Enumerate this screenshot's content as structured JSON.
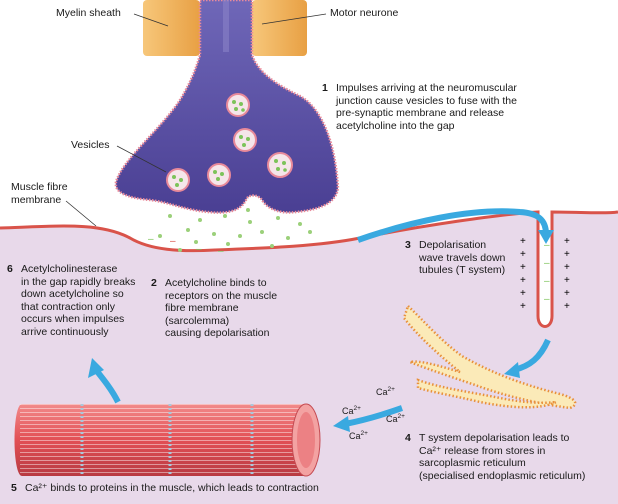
{
  "labels": {
    "myelin_sheath": "Myelin sheath",
    "motor_neurone": "Motor neurone",
    "vesicles": "Vesicles",
    "muscle_fibre_membrane": "Muscle fibre\nmembrane"
  },
  "steps": [
    {
      "num": "1",
      "text": "Impulses arriving at the neuromuscular\njunction cause vesicles to fuse with the\npre-synaptic membrane and release\nacetylcholine into the gap"
    },
    {
      "num": "2",
      "text": "Acetylcholine binds to\nreceptors on the muscle\nfibre membrane\n(sarcolemma)\ncausing depolarisation"
    },
    {
      "num": "3",
      "text": "Depolarisation\nwave travels down\ntubules (T system)"
    },
    {
      "num": "4",
      "text": "T system depolarisation leads to\nCa²⁺ release from stores in\nsarcoplasmic reticulum\n(specialised endoplasmic reticulum)"
    },
    {
      "num": "5",
      "text": "Ca²⁺ binds to proteins in the muscle, which leads to contraction"
    },
    {
      "num": "6",
      "text": "Acetylcholinesterase\nin the gap rapidly breaks\ndown acetylcholine so\nthat contraction only\noccurs when impulses\narrive continuously"
    }
  ],
  "ion": {
    "symbol": "Ca",
    "charge": "2+"
  },
  "signs": {
    "plus": "+",
    "minus": "–"
  },
  "colors": {
    "muscle": "#e8d9ea",
    "membrane_edge": "#d9534a",
    "neurone_body": "#5a4fa3",
    "myelin": "#f0b25a",
    "arrow": "#39a9e0",
    "reticulum": "#fbeab8",
    "fibre": "#e8535a"
  }
}
